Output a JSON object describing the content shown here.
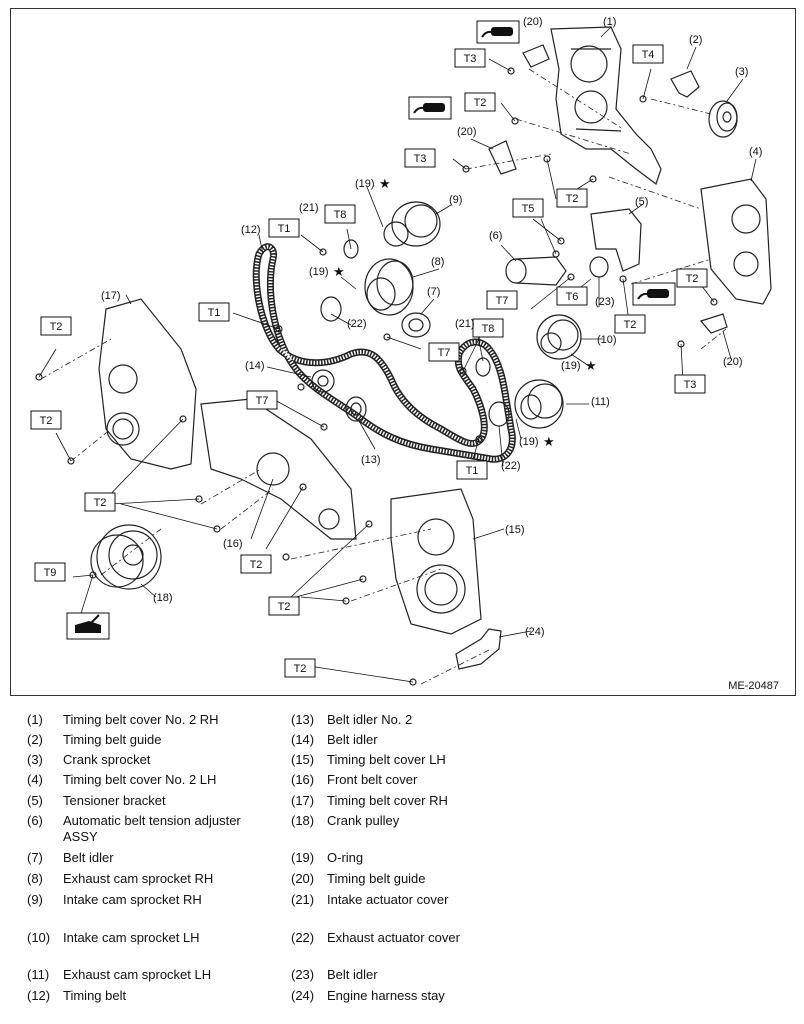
{
  "reference_code": "ME-20487",
  "callouts": {
    "n1": "(1)",
    "n2": "(2)",
    "n3": "(3)",
    "n4": "(4)",
    "n5": "(5)",
    "n6": "(6)",
    "n7": "(7)",
    "n8": "(8)",
    "n9": "(9)",
    "n10": "(10)",
    "n11": "(11)",
    "n12": "(12)",
    "n13": "(13)",
    "n14": "(14)",
    "n15": "(15)",
    "n16": "(16)",
    "n17": "(17)",
    "n18": "(18)",
    "n19": "(19)",
    "n20": "(20)",
    "n21": "(21)",
    "n22": "(22)",
    "n23": "(23)",
    "n24": "(24)"
  },
  "star_glyph": "★",
  "torque": {
    "t1": "T1",
    "t2": "T2",
    "t3": "T3",
    "t4": "T4",
    "t5": "T5",
    "t6": "T6",
    "t7": "T7",
    "t8": "T8",
    "t9": "T9"
  },
  "icons": [
    "liquid-gasket-icon",
    "engine-oil-icon"
  ],
  "legend": [
    {
      "num": "(1)",
      "name": "Timing belt cover No. 2 RH"
    },
    {
      "num": "(2)",
      "name": "Timing belt guide"
    },
    {
      "num": "(3)",
      "name": "Crank sprocket"
    },
    {
      "num": "(4)",
      "name": "Timing belt cover No. 2 LH"
    },
    {
      "num": "(5)",
      "name": "Tensioner bracket"
    },
    {
      "num": "(6)",
      "name": "Automatic belt tension adjuster ASSY"
    },
    {
      "num": "(7)",
      "name": "Belt idler"
    },
    {
      "num": "(8)",
      "name": "Exhaust cam sprocket RH"
    },
    {
      "num": "(9)",
      "name": "Intake cam sprocket RH"
    },
    {
      "num": "(10)",
      "name": "Intake cam sprocket LH"
    },
    {
      "num": "(11)",
      "name": "Exhaust cam sprocket LH"
    },
    {
      "num": "(12)",
      "name": "Timing belt"
    },
    {
      "num": "(13)",
      "name": "Belt idler No. 2"
    },
    {
      "num": "(14)",
      "name": "Belt idler"
    },
    {
      "num": "(15)",
      "name": "Timing belt cover LH"
    },
    {
      "num": "(16)",
      "name": "Front belt cover"
    },
    {
      "num": "(17)",
      "name": "Timing belt cover RH"
    },
    {
      "num": "(18)",
      "name": "Crank pulley"
    },
    {
      "num": "(19)",
      "name": "O-ring"
    },
    {
      "num": "(20)",
      "name": "Timing belt guide"
    },
    {
      "num": "(21)",
      "name": "Intake actuator cover"
    },
    {
      "num": "(22)",
      "name": "Exhaust actuator cover"
    },
    {
      "num": "(23)",
      "name": "Belt idler"
    },
    {
      "num": "(24)",
      "name": "Engine harness stay"
    }
  ]
}
